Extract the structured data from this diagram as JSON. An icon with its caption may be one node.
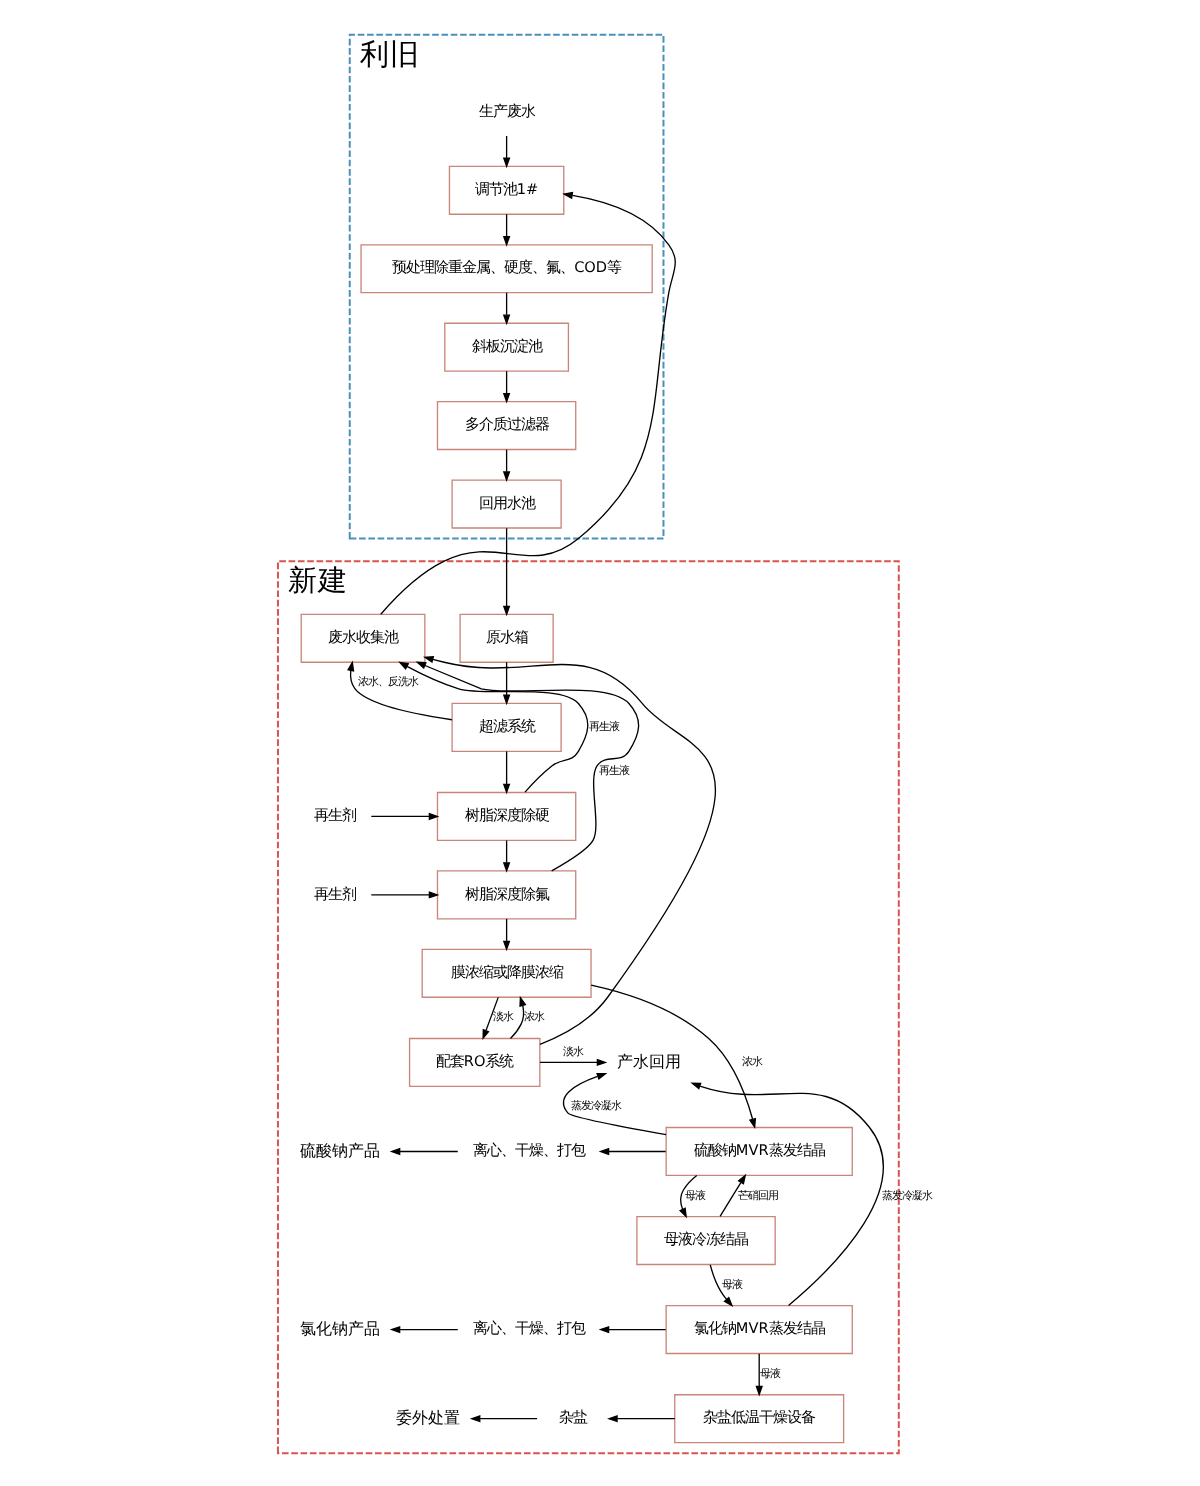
{
  "diagram": {
    "nodes": [
      {
        "text": [
          "利旧"
        ]
      },
      {
        "text": [
          "生产废水"
        ],
        "in": 0
      },
      {
        "text": [
          "调节池1#"
        ],
        "in": 0
      },
      {
        "text": [
          "预处理除重金属、硬度、氟、COD等"
        ],
        "in": 0
      },
      {
        "text": [
          "斜板沉淀池"
        ],
        "in": 0
      },
      {
        "text": [
          "多介质过滤器"
        ],
        "in": 0
      },
      {
        "text": [
          "回用水池"
        ],
        "in": 0
      },
      {
        "text": [
          "新建"
        ]
      },
      {
        "text": [
          "原水箱"
        ],
        "in": 7
      },
      {
        "text": [
          "废水收集池"
        ],
        "in": 7
      },
      {
        "text": [
          "超滤系统"
        ],
        "in": 7
      },
      {
        "text": [
          "再生剂"
        ],
        "in": 7
      },
      {
        "text": [
          "树脂深度除硬"
        ],
        "in": 7
      },
      {
        "text": [
          "再生剂"
        ],
        "in": 7
      },
      {
        "text": [
          "树脂深度除氟"
        ],
        "in": 7
      },
      {
        "text": [
          "膜浓缩或降膜浓缩"
        ],
        "in": 7
      },
      {
        "text": [
          "配套RO系统"
        ],
        "in": 7
      },
      {
        "text": [
          "产水回用"
        ],
        "in": 7
      },
      {
        "text": [
          "硫酸钠产品"
        ],
        "in": 7
      },
      {
        "text": [
          "离心、干燥、打包"
        ],
        "in": 7
      },
      {
        "text": [
          "硫酸钠MVR蒸发结晶"
        ],
        "in": 7
      },
      {
        "text": [
          "母液冷冻结晶"
        ],
        "in": 7
      },
      {
        "text": [
          "氯化钠产品"
        ],
        "in": 7
      },
      {
        "text": [
          "离心、干燥、打包"
        ],
        "in": 7
      },
      {
        "text": [
          "氯化钠MVR蒸发结晶"
        ],
        "in": 7
      },
      {
        "text": [
          "委外处置"
        ],
        "in": 7
      },
      {
        "text": [
          "杂盐"
        ],
        "in": 7
      },
      {
        "text": [
          "杂盐低温干燥设备"
        ],
        "in": 7
      }
    ],
    "edges": [
      {
        "from": 1,
        "to": 2,
        "arrow": "to"
      },
      {
        "from": 2,
        "to": 3,
        "arrow": "to"
      },
      {
        "from": 3,
        "to": 4,
        "arrow": "to"
      },
      {
        "from": 4,
        "to": 5,
        "arrow": "to"
      },
      {
        "from": 5,
        "to": 6,
        "arrow": "to"
      },
      {
        "from": 6,
        "to": 8,
        "arrow": "to"
      },
      {
        "from": 8,
        "to": 10,
        "arrow": "to"
      },
      {
        "from": 10,
        "to": 12,
        "arrow": "to"
      },
      {
        "from": 12,
        "to": 14,
        "arrow": "to"
      },
      {
        "from": 14,
        "to": 15,
        "arrow": "to"
      },
      {
        "from": 11,
        "to": 12,
        "arrow": "to"
      },
      {
        "from": 13,
        "to": 14,
        "arrow": "to"
      },
      {
        "from": 10,
        "to": 9,
        "label": "浓水、反洗水",
        "arrow": "to"
      },
      {
        "from": 12,
        "to": 9,
        "label": "再生液",
        "arrow": "to"
      },
      {
        "from": 14,
        "to": 9,
        "label": "再生液",
        "arrow": "to"
      },
      {
        "from": 9,
        "to": 2,
        "arrow": "to"
      },
      {
        "from": 16,
        "to": 15,
        "label": "浓水",
        "arrow": "to"
      },
      {
        "from": 16,
        "to": 9,
        "arrow": "to"
      },
      {
        "from": 15,
        "to": 16,
        "label": "淡水",
        "arrow": "to"
      },
      {
        "from": 16,
        "to": 17,
        "label": "淡水",
        "arrow": "to"
      },
      {
        "from": 15,
        "to": 20,
        "label": "浓水",
        "arrow": "to"
      },
      {
        "from": 20,
        "to": 21,
        "label": "母液",
        "arrow": "to"
      },
      {
        "from": 21,
        "to": 20,
        "label": "芒硝回用",
        "arrow": "to"
      },
      {
        "from": 21,
        "to": 24,
        "label": "母液",
        "arrow": "to"
      },
      {
        "from": 24,
        "to": 27,
        "label": "母液",
        "arrow": "to"
      },
      {
        "from": 20,
        "to": 19,
        "arrow": "to"
      },
      {
        "from": 19,
        "to": 18,
        "arrow": "to"
      },
      {
        "from": 24,
        "to": 23,
        "arrow": "to"
      },
      {
        "from": 23,
        "to": 22,
        "arrow": "to"
      },
      {
        "from": 27,
        "to": 26,
        "arrow": "to"
      },
      {
        "from": 26,
        "to": 25,
        "arrow": "to"
      },
      {
        "from": 20,
        "to": 17,
        "label": "蒸发冷凝水",
        "arrow": "to"
      },
      {
        "from": 24,
        "to": 17,
        "label": "蒸发冷凝水",
        "arrow": "to"
      }
    ]
  }
}
